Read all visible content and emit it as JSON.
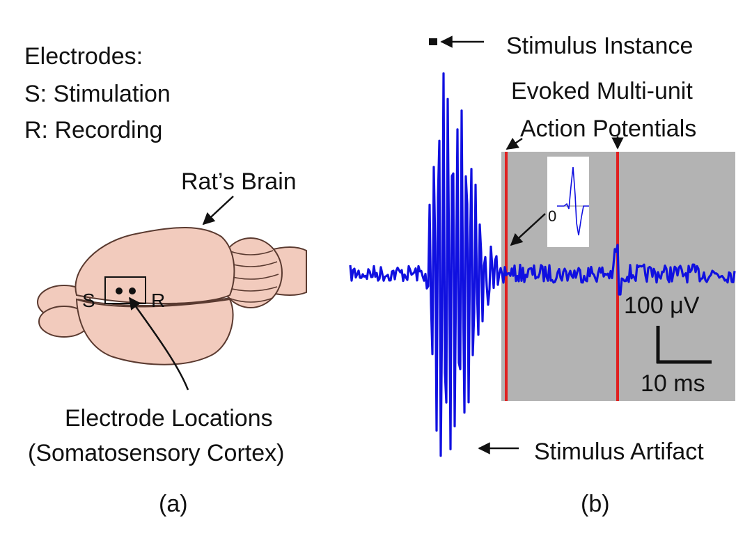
{
  "panel_a": {
    "legend_title": "Electrodes:",
    "legend_s": "S: Stimulation",
    "legend_r": "R: Recording",
    "brain_label": "Rat’s Brain",
    "electrode_s": "S",
    "electrode_r": "R",
    "location_line1": "Electrode Locations",
    "location_line2": "(Somatosensory Cortex)",
    "caption": "(a)"
  },
  "panel_b": {
    "stimulus_instance": "Stimulus Instance",
    "evoked_line1": "Evoked Multi-unit",
    "evoked_line2": "Action Potentials",
    "inset_zero": "0",
    "scale_voltage": "100 μV",
    "scale_time": "10 ms",
    "stimulus_artifact": "Stimulus Artifact",
    "caption": "(b)"
  },
  "colors": {
    "brain_fill": "#f2cbbd",
    "brain_outline": "#5a3a30",
    "trace": "#1010e0",
    "marker_lines": "#e02020",
    "shaded_region": "#b3b3b3"
  }
}
